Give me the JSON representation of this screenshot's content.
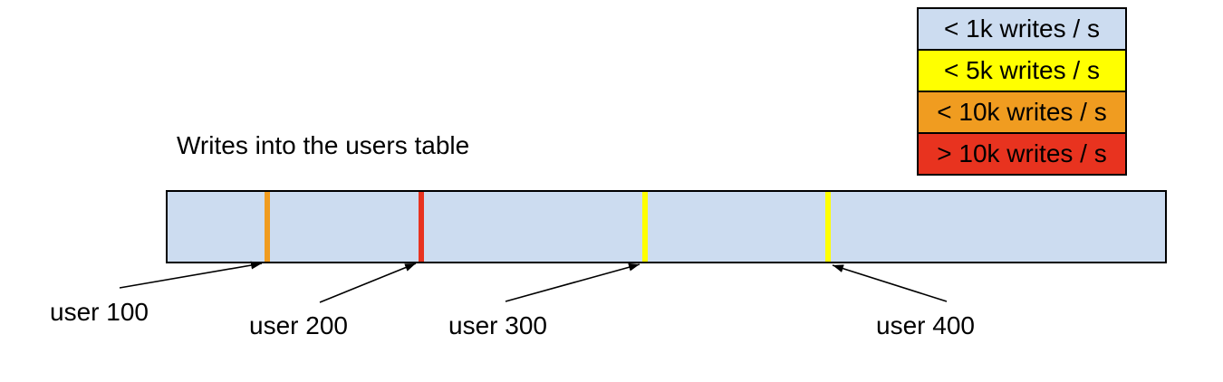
{
  "diagram": {
    "title": "Writes into the users table",
    "colors": {
      "bar_fill": "#ccdcf0",
      "low": "#ccdcf0",
      "medium": "#ffff00",
      "high": "#f09c20",
      "critical": "#e8331f",
      "outline": "#000000"
    },
    "legend": [
      {
        "label": "< 1k writes / s",
        "color": "#ccdcf0"
      },
      {
        "label": "< 5k writes / s",
        "color": "#ffff00"
      },
      {
        "label": "< 10k writes / s",
        "color": "#f09c20"
      },
      {
        "label": "> 10k writes / s",
        "color": "#e8331f"
      }
    ],
    "bar_fill": "#ccdcf0",
    "markers": [
      {
        "label": "user 100",
        "rate_class": "< 10k writes / s",
        "color": "#f09c20",
        "x_frac": 0.0995
      },
      {
        "label": "user 200",
        "rate_class": "> 10k writes / s",
        "color": "#e8331f",
        "x_frac": 0.2543
      },
      {
        "label": "user 300",
        "rate_class": "< 5k writes / s",
        "color": "#ffff00",
        "x_frac": 0.4787
      },
      {
        "label": "user 400",
        "rate_class": "< 5k writes / s",
        "color": "#ffff00",
        "x_frac": 0.6624
      }
    ]
  }
}
